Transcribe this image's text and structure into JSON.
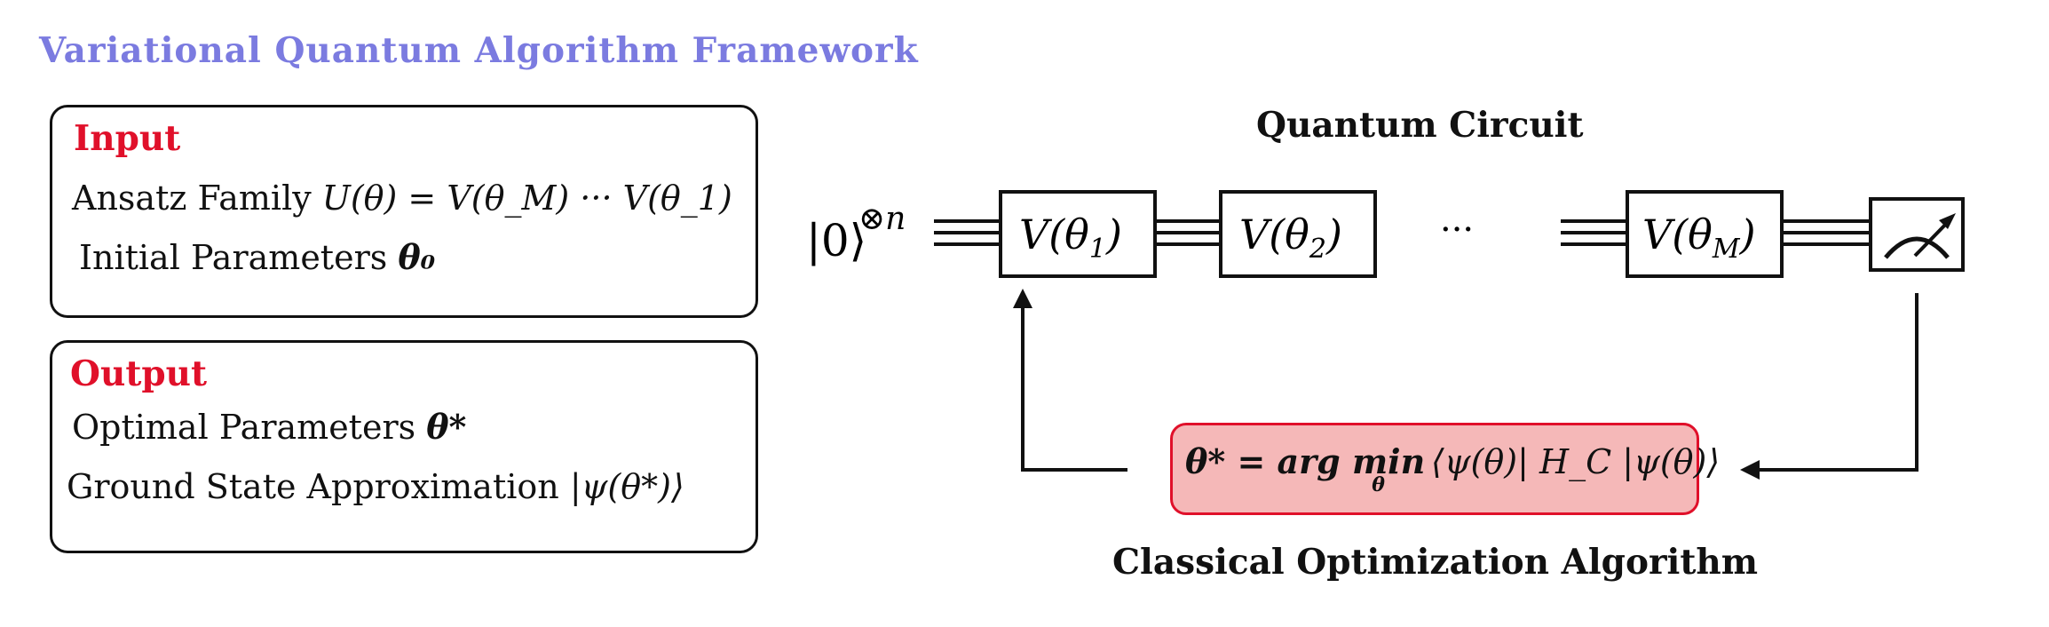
{
  "title": "Variational Quantum Algorithm Framework",
  "input_panel": {
    "heading": "Input",
    "line1_label": "Ansatz Family",
    "line1_math": "U(θ) = V(θ_M) ··· V(θ_1)",
    "line2_label": "Initial Parameters",
    "line2_math": "θ₀"
  },
  "output_panel": {
    "heading": "Output",
    "line1_label": "Optimal Parameters",
    "line1_math": "θ*",
    "line2_label": "Ground State Approximation",
    "line2_math": "|ψ(θ*)⟩"
  },
  "circuit": {
    "heading": "Quantum Circuit",
    "input_state": "|0⟩",
    "input_power": "⊗n",
    "gates": [
      {
        "label": "V(θ",
        "sub": "1",
        "close": ")"
      },
      {
        "label": "V(θ",
        "sub": "2",
        "close": ")"
      },
      {
        "label": "V(θ",
        "sub": "M",
        "close": ")"
      }
    ],
    "ellipsis": "···"
  },
  "optimizer": {
    "heading": "Classical Optimization Algorithm",
    "formula_lhs": "θ* = arg min",
    "formula_sub": "θ",
    "formula_rhs": "⟨ψ(θ)| H_C |ψ(θ)⟩",
    "fill_color": "#f5b8b8",
    "border_color": "#e0102a"
  },
  "colors": {
    "title": "#7b7be0",
    "heading": "#e0102a"
  }
}
